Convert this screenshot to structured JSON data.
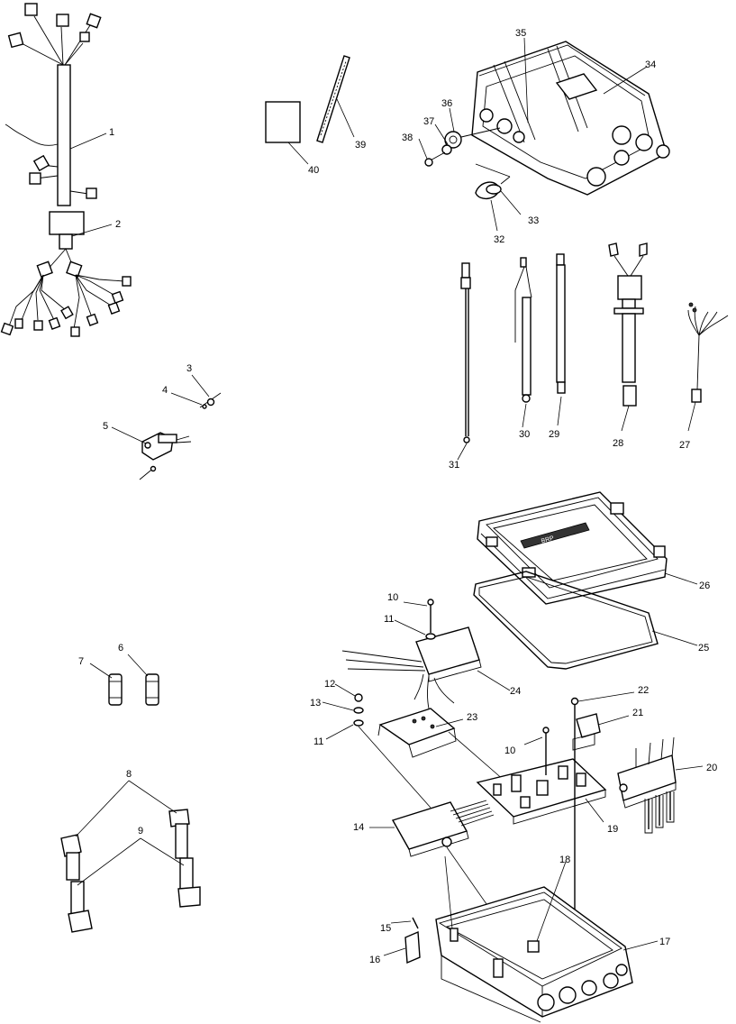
{
  "callouts": [
    {
      "id": "c1",
      "text": "1"
    },
    {
      "id": "c2",
      "text": "2"
    },
    {
      "id": "c3",
      "text": "3"
    },
    {
      "id": "c4",
      "text": "4"
    },
    {
      "id": "c5",
      "text": "5"
    },
    {
      "id": "c6",
      "text": "6"
    },
    {
      "id": "c7",
      "text": "7"
    },
    {
      "id": "c8",
      "text": "8"
    },
    {
      "id": "c9",
      "text": "9"
    },
    {
      "id": "c10a",
      "text": "10"
    },
    {
      "id": "c10b",
      "text": "10"
    },
    {
      "id": "c11a",
      "text": "11"
    },
    {
      "id": "c11b",
      "text": "11"
    },
    {
      "id": "c12",
      "text": "12"
    },
    {
      "id": "c13",
      "text": "13"
    },
    {
      "id": "c14",
      "text": "14"
    },
    {
      "id": "c15",
      "text": "15"
    },
    {
      "id": "c16",
      "text": "16"
    },
    {
      "id": "c17",
      "text": "17"
    },
    {
      "id": "c18",
      "text": "18"
    },
    {
      "id": "c19",
      "text": "19"
    },
    {
      "id": "c20",
      "text": "20"
    },
    {
      "id": "c21",
      "text": "21"
    },
    {
      "id": "c22",
      "text": "22"
    },
    {
      "id": "c23",
      "text": "23"
    },
    {
      "id": "c24",
      "text": "24"
    },
    {
      "id": "c25",
      "text": "25"
    },
    {
      "id": "c26",
      "text": "26"
    },
    {
      "id": "c27",
      "text": "27"
    },
    {
      "id": "c28",
      "text": "28"
    },
    {
      "id": "c29",
      "text": "29"
    },
    {
      "id": "c30",
      "text": "30"
    },
    {
      "id": "c31",
      "text": "31"
    },
    {
      "id": "c32",
      "text": "32"
    },
    {
      "id": "c33",
      "text": "33"
    },
    {
      "id": "c34",
      "text": "34"
    },
    {
      "id": "c35",
      "text": "35"
    },
    {
      "id": "c36",
      "text": "36"
    },
    {
      "id": "c37",
      "text": "37"
    },
    {
      "id": "c38",
      "text": "38"
    },
    {
      "id": "c39",
      "text": "39"
    },
    {
      "id": "c40",
      "text": "40"
    }
  ],
  "logo_text": "BRP"
}
